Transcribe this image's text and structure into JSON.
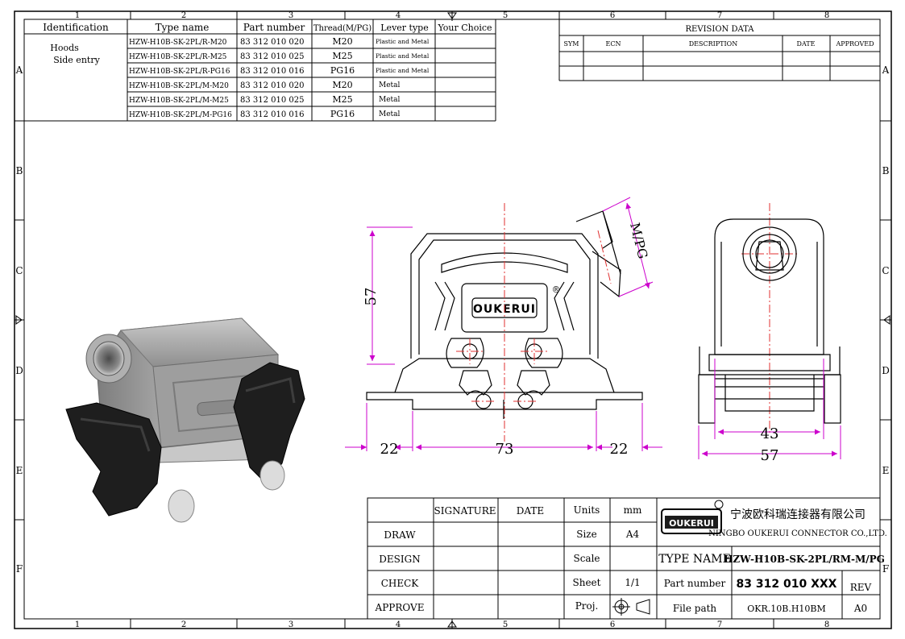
{
  "frame": {
    "column_numbers": [
      "1",
      "2",
      "3",
      "4",
      "5",
      "6",
      "7",
      "8"
    ],
    "row_letters": [
      "A",
      "B",
      "C",
      "D",
      "E",
      "F"
    ]
  },
  "spec_table": {
    "headers": [
      "Identification",
      "Type name",
      "Part number",
      "Thread(M/PG)",
      "Lever type",
      "Your Choice"
    ],
    "identification_lines": [
      "Hoods",
      "Side entry"
    ],
    "rows": [
      {
        "type_name": "HZW-H10B-SK-2PL/R-M20",
        "part_number": "83 312 010 020",
        "thread": "M20",
        "lever": "Plastic and Metal"
      },
      {
        "type_name": "HZW-H10B-SK-2PL/R-M25",
        "part_number": "83 312 010 025",
        "thread": "M25",
        "lever": "Plastic and Metal"
      },
      {
        "type_name": "HZW-H10B-SK-2PL/R-PG16",
        "part_number": "83 312 010 016",
        "thread": "PG16",
        "lever": "Plastic and Metal"
      },
      {
        "type_name": "HZW-H10B-SK-2PL/M-M20",
        "part_number": "83 312 010 020",
        "thread": "M20",
        "lever": "Metal"
      },
      {
        "type_name": "HZW-H10B-SK-2PL/M-M25",
        "part_number": "83 312 010 025",
        "thread": "M25",
        "lever": "Metal"
      },
      {
        "type_name": "HZW-H10B-SK-2PL/M-PG16",
        "part_number": "83 312 010 016",
        "thread": "PG16",
        "lever": "Metal"
      }
    ]
  },
  "revision": {
    "title": "REVISION  DATA",
    "headers": [
      "SYM",
      "ECN",
      "DESCRIPTION",
      "DATE",
      "APPROVED"
    ]
  },
  "drawing": {
    "brand_on_part": "OUKERUI",
    "registered_mark": "®",
    "thread_label": "M/PG",
    "dims": {
      "height": "57",
      "left": "22",
      "center": "73",
      "right": "22",
      "side_inner": "43",
      "side_outer": "57"
    }
  },
  "title_block": {
    "signature": "SIGNATURE",
    "date": "DATE",
    "roles": [
      "DRAW",
      "DESIGN",
      "CHECK",
      "APPROVE"
    ],
    "units_label": "Units",
    "units_value": "mm",
    "size_label": "Size",
    "size_value": "A4",
    "scale_label": "Scale",
    "sheet_label": "Sheet",
    "sheet_value": "1/1",
    "proj_label": "Proj.",
    "logo_text": "OUKERUI",
    "company_cn": "宁波欧科瑞连接器有限公司",
    "company_en": "NINGBO OUKERUI CONNECTOR CO.,LTD.",
    "type_name_label": "TYPE NAME",
    "type_name_value": "HZW-H10B-SK-2PL/RM-M/PG",
    "part_number_label": "Part number",
    "part_number_value": "83 312 010 XXX",
    "rev_label": "REV",
    "file_path_label": "File path",
    "file_path_value": "OKR.10B.H10BM",
    "rev_value": "A0"
  },
  "colors": {
    "line": "#000000",
    "dimension": "#cc00cc",
    "centerline": "#e03030",
    "housing": "#9a9a9a",
    "housing_dark": "#6e6e6e",
    "lever": "#1c1c1c"
  }
}
